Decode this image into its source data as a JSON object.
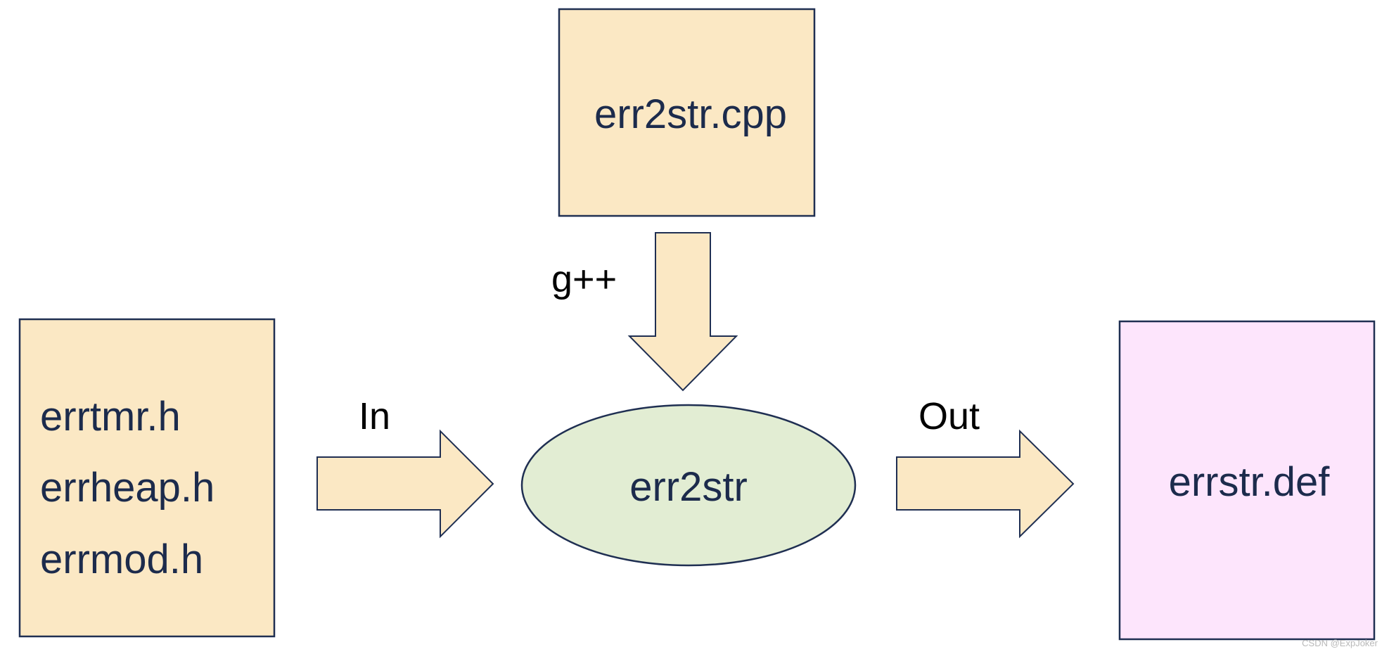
{
  "nodes": {
    "source_file": {
      "label": "err2str.cpp",
      "color": "#fbe8c4"
    },
    "headers": {
      "lines": [
        "errtmr.h",
        "errheap.h",
        "errmod.h"
      ],
      "color": "#fbe8c4"
    },
    "tool": {
      "label": "err2str",
      "color": "#e2edd3"
    },
    "output": {
      "label": "errstr.def",
      "color": "#fde5fc"
    }
  },
  "arrows": {
    "compile": {
      "label": "g++",
      "color": "#fbe8c4"
    },
    "input": {
      "label": "In",
      "color": "#fbe8c4"
    },
    "output": {
      "label": "Out",
      "color": "#fbe8c4"
    }
  },
  "colors": {
    "outline": "#1f2f52",
    "text": "#1c2b4c"
  },
  "watermark": "CSDN @ExpJoker"
}
